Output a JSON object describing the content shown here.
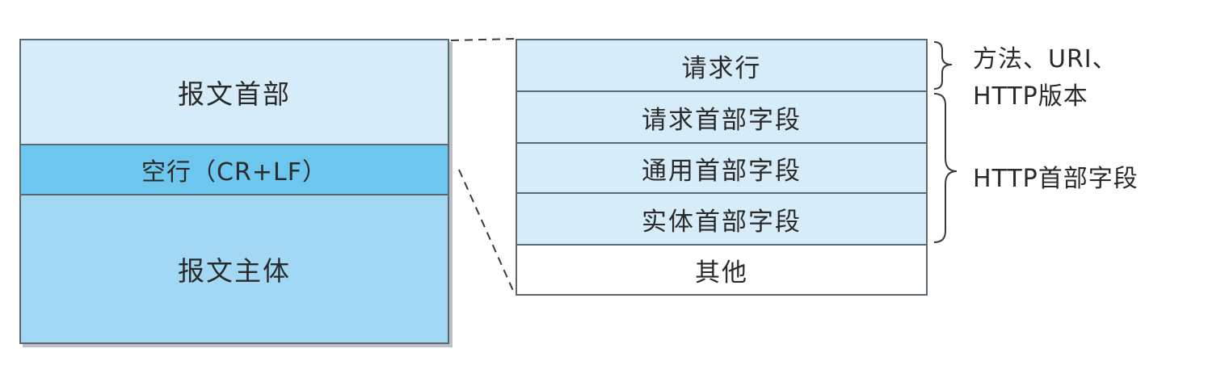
{
  "message": {
    "header_label": "报文首部",
    "blank_line_label": "空行（CR+LF）",
    "body_label": "报文主体"
  },
  "header_detail": {
    "rows": [
      "请求行",
      "请求首部字段",
      "通用首部字段",
      "实体首部字段",
      "其他"
    ]
  },
  "annotations": {
    "request_line_note_1": "方法、URI、",
    "request_line_note_2": "HTTP版本",
    "header_fields_note": "HTTP首部字段"
  },
  "colors": {
    "header_fill": "#d6ecf8",
    "blank_line_fill": "#6cc6ee",
    "body_fill": "#a3d8f4",
    "other_fill": "#ffffff",
    "border": "#5d6770"
  }
}
